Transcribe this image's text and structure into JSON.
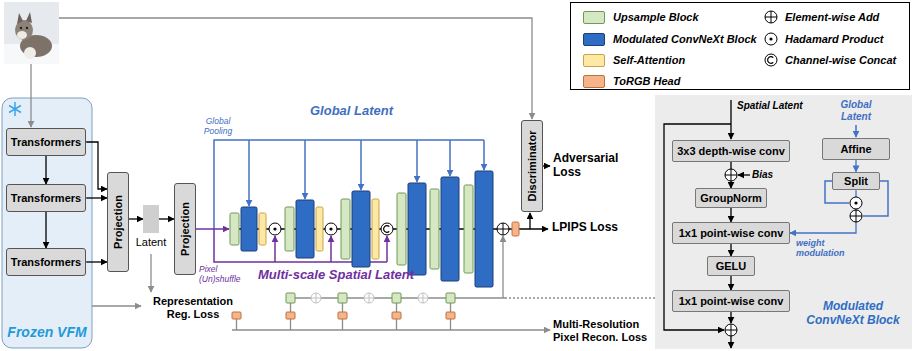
{
  "diagram": {
    "nodes": [
      {
        "text": [
          "Frozen VFM"
        ]
      },
      {
        "text": [
          "Transformers"
        ],
        "in": 0
      },
      {
        "text": [
          "Transformers"
        ],
        "in": 0
      },
      {
        "text": [
          "Transformers"
        ],
        "in": 0
      },
      {
        "text": [
          "Projection"
        ]
      },
      {
        "text": [
          "Latent"
        ]
      },
      {
        "text": [
          "Projection"
        ]
      },
      {
        "text": [
          "Discriminator"
        ]
      },
      {
        "text": [
          "Modulated ConvNeXt Block"
        ]
      },
      {
        "text": [
          "3x3 depth-wise conv"
        ],
        "in": 8
      },
      {
        "text": [
          "GroupNorm"
        ],
        "in": 8
      },
      {
        "text": [
          "1x1 point-wise conv"
        ],
        "in": 8
      },
      {
        "text": [
          "GELU"
        ],
        "in": 8
      },
      {
        "text": [
          "1x1 point-wise conv"
        ],
        "in": 8
      },
      {
        "text": [
          "Affine"
        ],
        "in": 8
      },
      {
        "text": [
          "Split"
        ],
        "in": 8
      }
    ],
    "edges": [
      {
        "from": 1,
        "to": 2,
        "arrow": "to"
      },
      {
        "from": 2,
        "to": 3,
        "arrow": "to"
      },
      {
        "from": 1,
        "to": 4,
        "arrow": "to"
      },
      {
        "from": 2,
        "to": 4,
        "arrow": "to"
      },
      {
        "from": 3,
        "to": 4,
        "arrow": "to"
      },
      {
        "from": 4,
        "to": 5,
        "arrow": "to"
      },
      {
        "from": 5,
        "to": 6,
        "arrow": "to"
      },
      {
        "from": 9,
        "to": 10,
        "arrow": "to"
      },
      {
        "from": 10,
        "to": 11,
        "arrow": "to"
      },
      {
        "from": 11,
        "to": 12,
        "arrow": "to"
      },
      {
        "from": 12,
        "to": 13,
        "arrow": "to"
      },
      {
        "from": 14,
        "to": 15,
        "arrow": "to"
      },
      {
        "from": 15,
        "to": 11,
        "label": "weight modulation",
        "arrow": "to"
      }
    ],
    "labels": [
      "Global Latent",
      "Global Pooling",
      "Pixel (Un)shuffle",
      "Multi-scale Spatial Latent",
      "Adversarial Loss",
      "LPIPS Loss",
      "Representation Reg. Loss",
      "Multi-Resolution Pixel Recon. Loss",
      "Spatial Latent",
      "Global Latent",
      "Bias"
    ],
    "legend": [
      {
        "text": "Upsample Block",
        "color": "#d5e8c3"
      },
      {
        "text": "Modulated ConvNeXt Block",
        "color": "#2f6cc4"
      },
      {
        "text": "Self-Attention",
        "color": "#fde8a6"
      },
      {
        "text": "ToRGB Head",
        "color": "#f5b48a"
      },
      {
        "text": "Element-wise Add"
      },
      {
        "text": "Hadamard Product"
      },
      {
        "text": "Channel-wise Concat"
      }
    ]
  }
}
